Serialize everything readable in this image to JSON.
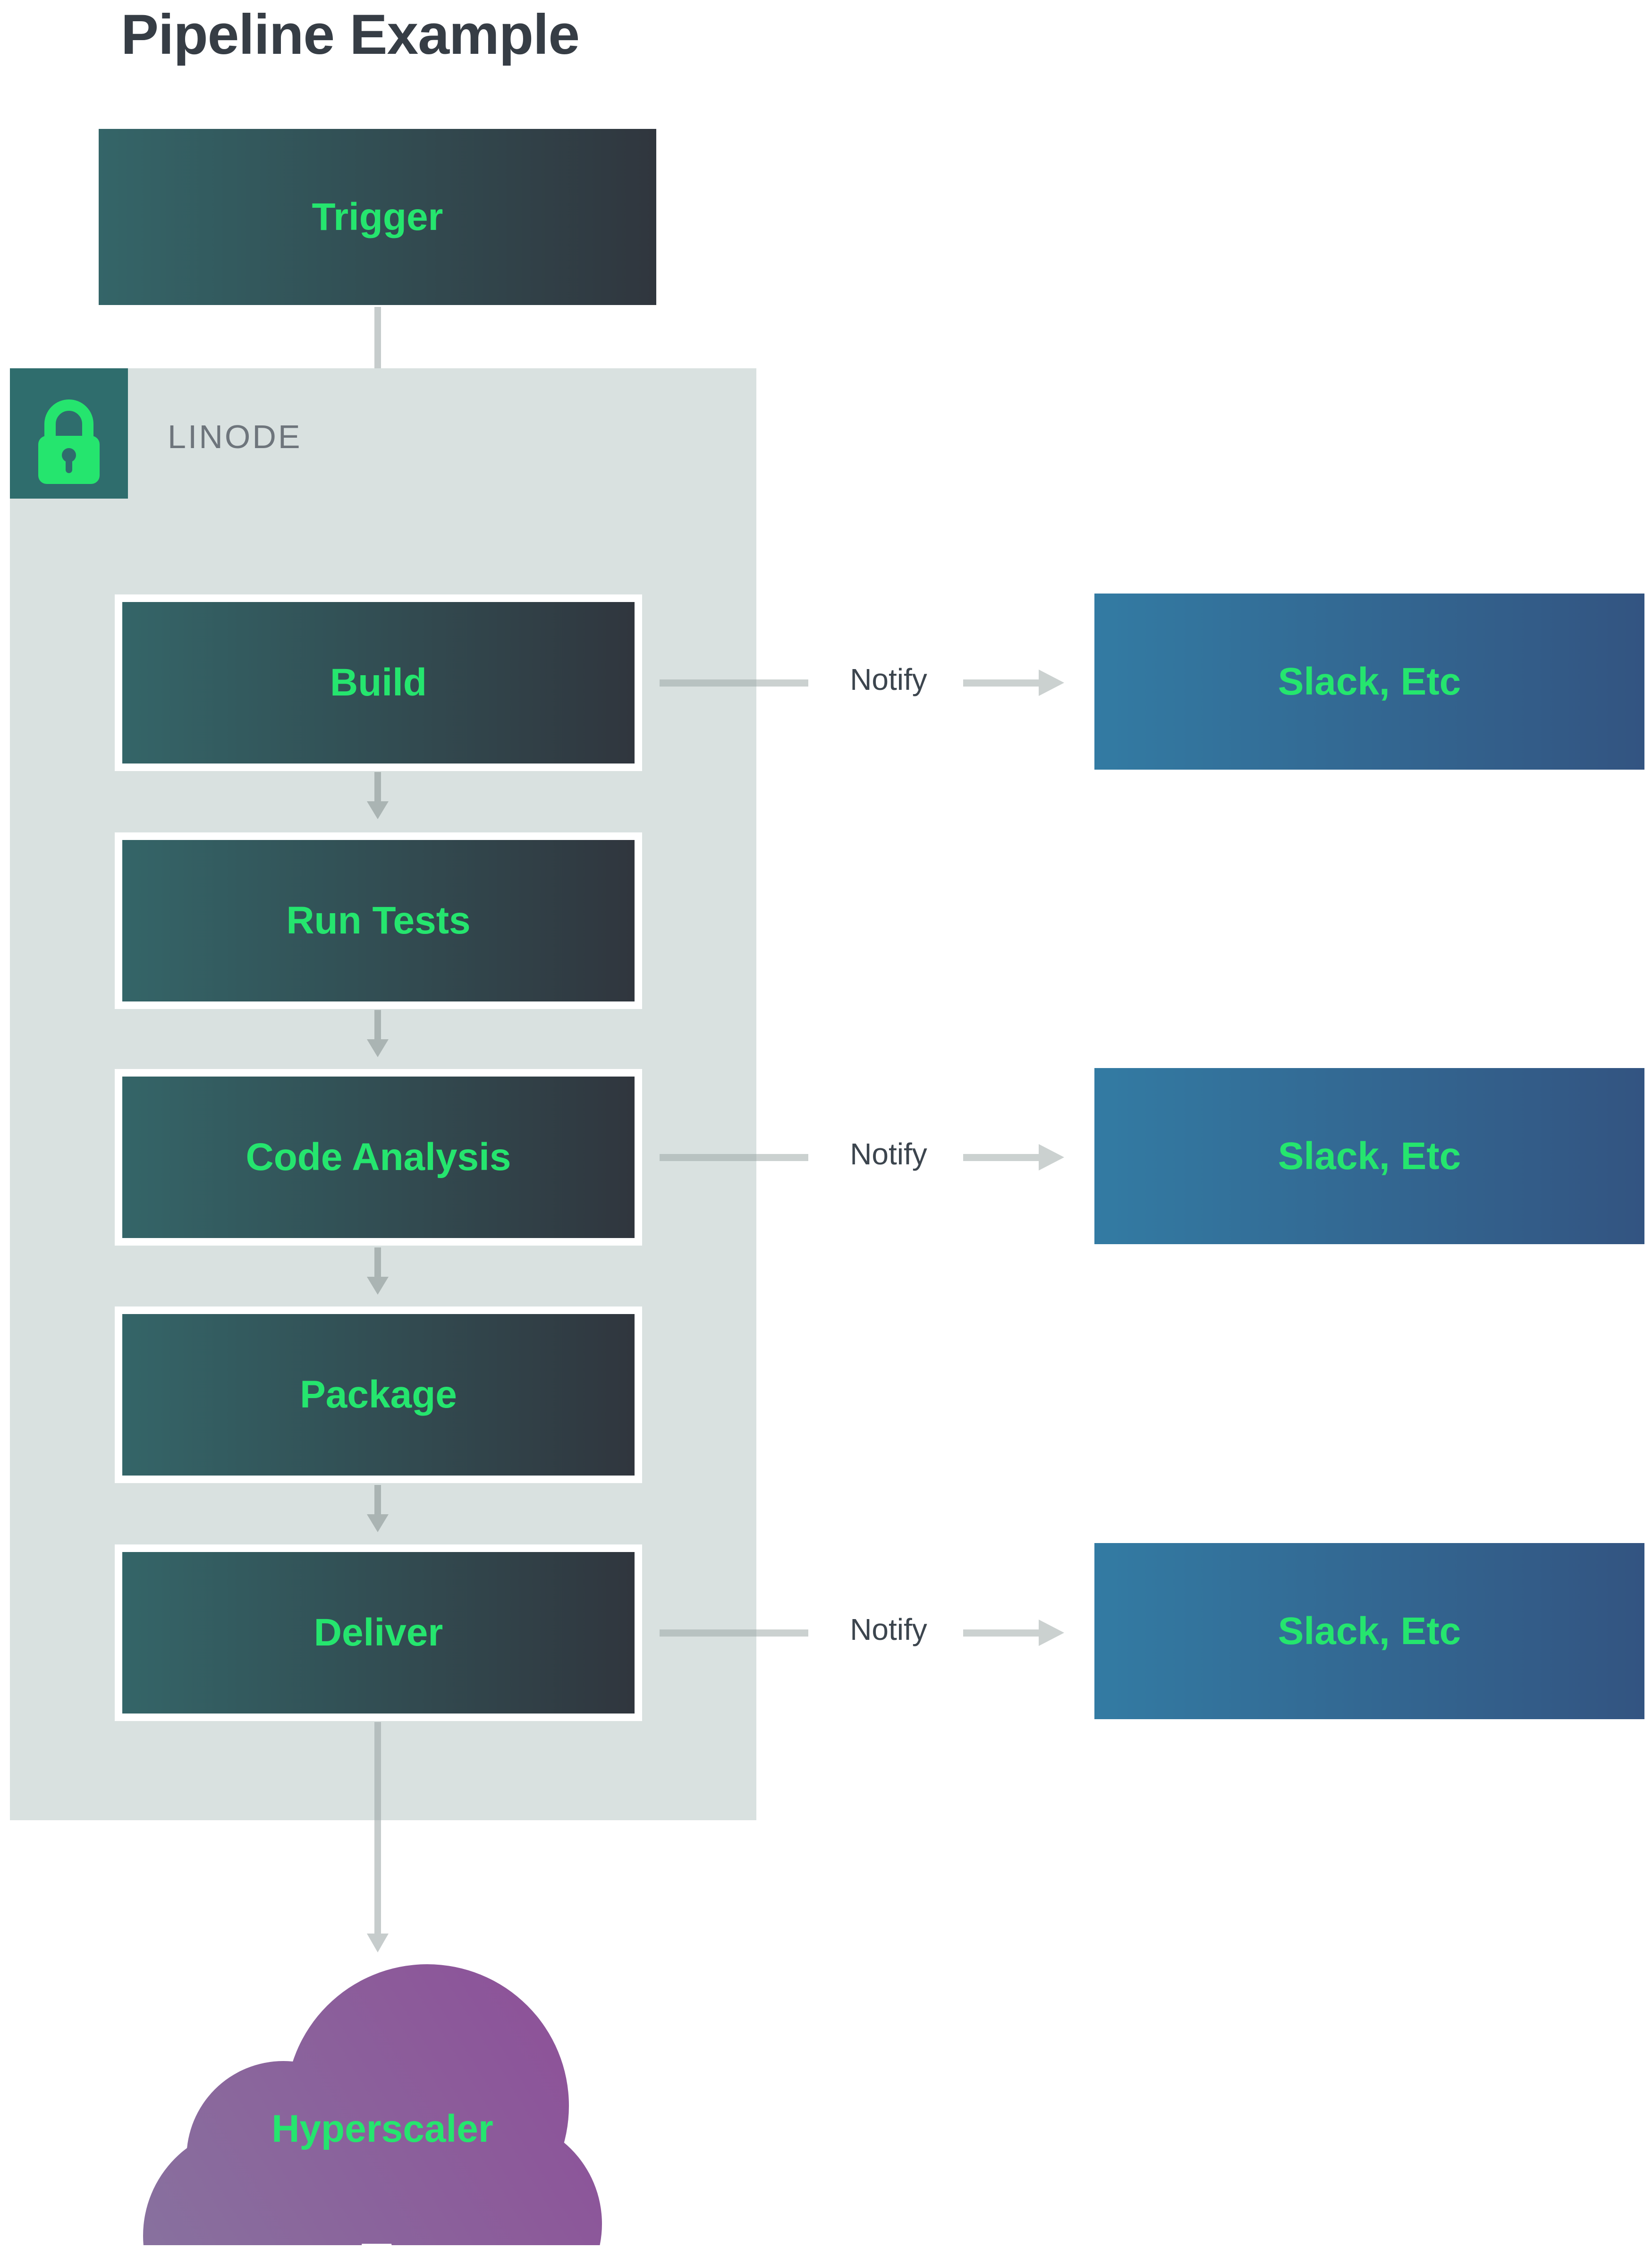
{
  "title": "Pipeline Example",
  "provider": {
    "name": "LINODE",
    "icon": "lock"
  },
  "trigger": {
    "label": "Trigger"
  },
  "stages": [
    {
      "label": "Build",
      "notifies": true
    },
    {
      "label": "Run Tests",
      "notifies": false
    },
    {
      "label": "Code Analysis",
      "notifies": true
    },
    {
      "label": "Package",
      "notifies": false
    },
    {
      "label": "Deliver",
      "notifies": true
    }
  ],
  "notify": {
    "label": "Notify"
  },
  "notification_target": {
    "label": "Slack, Etc"
  },
  "deploy_target": {
    "label": "Hyperscaler",
    "shape": "cloud"
  },
  "colors": {
    "accent_green": "#25e56e",
    "stage_gradient_start": "#346568",
    "stage_gradient_end": "#30363e",
    "target_gradient_start": "#337ba3",
    "target_gradient_end": "#335481",
    "cloud_gradient_start": "#88719e",
    "cloud_gradient_end": "#8e4d98",
    "container_bg": "#d9e1e0",
    "lock_badge_bg": "#2f6d6d",
    "title_text": "#363d45",
    "provider_text": "#6e757c",
    "connector_gray": "#aab4b3"
  }
}
